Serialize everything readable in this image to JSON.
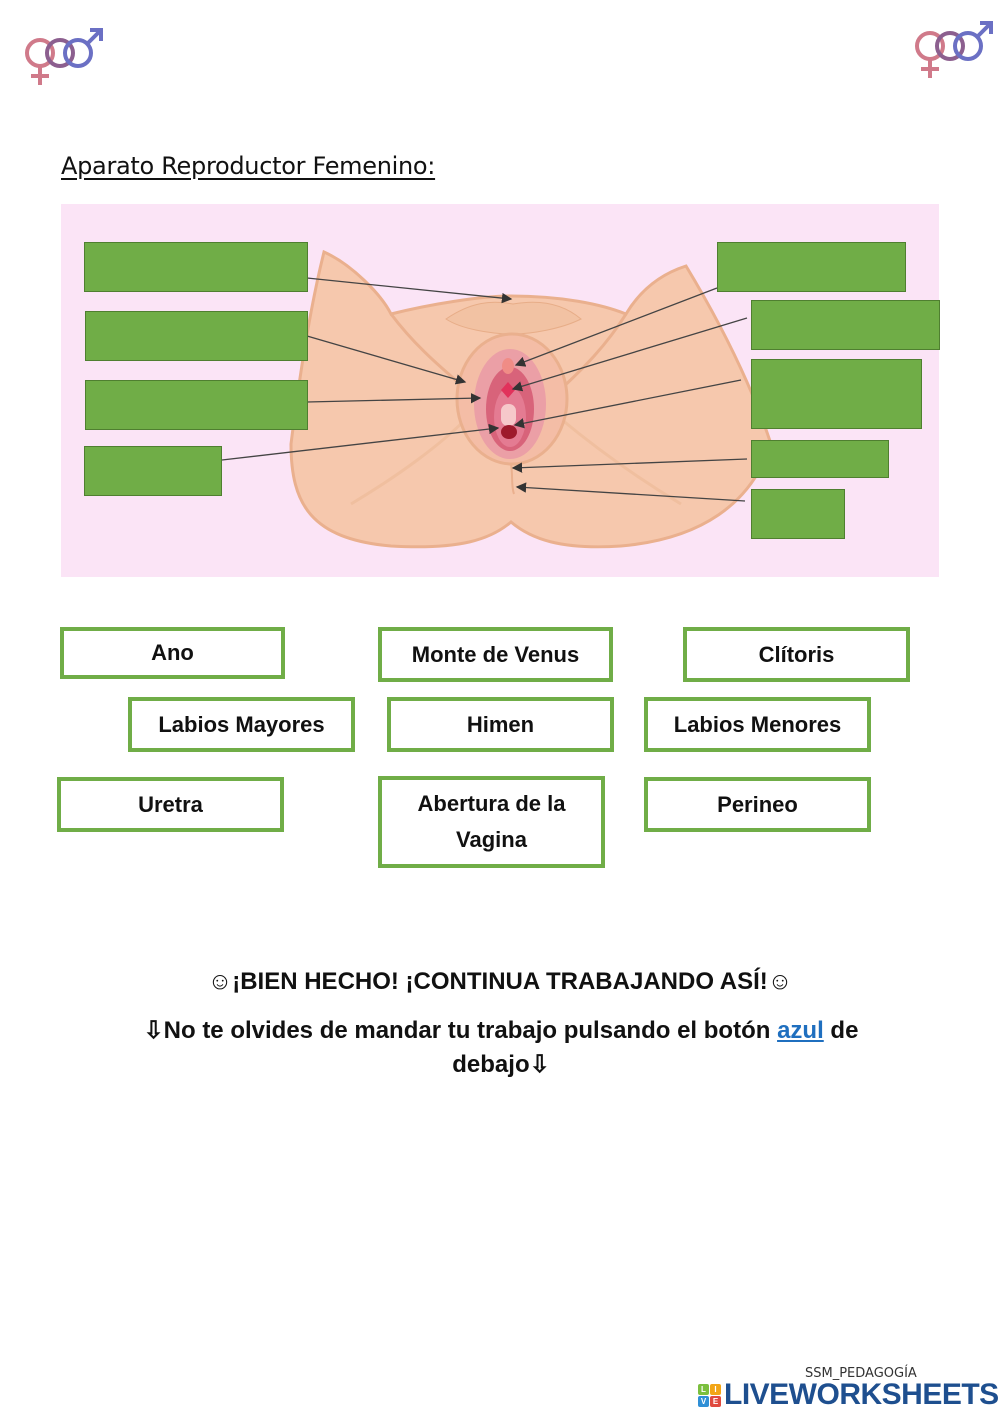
{
  "header": {
    "title": "Aparato Reproductor Femenino:",
    "logo_left": "gender-symbols-icon",
    "logo_right": "gender-symbols-icon"
  },
  "diagram": {
    "background_color": "#fbe4f6",
    "box_color": "#70ad47",
    "left_drop_boxes": [
      {
        "id": "drop-1",
        "target": "monte-de-venus-area"
      },
      {
        "id": "drop-2",
        "target": "labios-mayores-area"
      },
      {
        "id": "drop-3",
        "target": "labios-menores-area"
      },
      {
        "id": "drop-4",
        "target": "abertura-vagina-area"
      }
    ],
    "right_drop_boxes": [
      {
        "id": "drop-5",
        "target": "clitoris-area"
      },
      {
        "id": "drop-6",
        "target": "uretra-area"
      },
      {
        "id": "drop-7",
        "target": "himen-area"
      },
      {
        "id": "drop-8",
        "target": "perineo-area"
      },
      {
        "id": "drop-9",
        "target": "ano-area"
      }
    ]
  },
  "word_bank": [
    {
      "label": "Ano"
    },
    {
      "label": "Monte de Venus"
    },
    {
      "label": "Clítoris"
    },
    {
      "label": "Labios Mayores"
    },
    {
      "label": "Himen"
    },
    {
      "label": "Labios Menores"
    },
    {
      "label": "Uretra"
    },
    {
      "label": "Abertura de la Vagina"
    },
    {
      "label": "Perineo"
    }
  ],
  "messages": {
    "congrats": "☺¡BIEN HECHO! ¡CONTINUA TRABAJANDO ASÍ!☺",
    "instruction_prefix": "⇩No te olvides de mandar tu trabajo pulsando el botón ",
    "instruction_link": "azul",
    "instruction_suffix": " de debajo⇩",
    "link_color": "#1f6fbf"
  },
  "footer": {
    "author": "SSM_PEDAGOGÍA",
    "brand": "LIVEWORKSHEETS",
    "brand_letters": [
      "L",
      "I",
      "V",
      "E"
    ],
    "brand_color": "#1e4f8f"
  }
}
